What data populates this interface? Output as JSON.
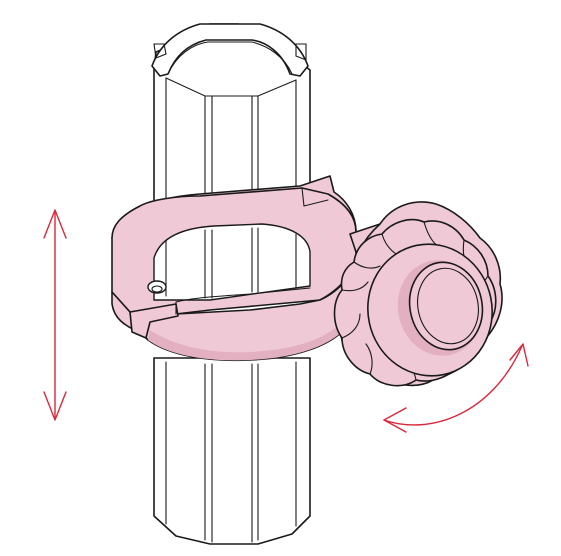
{
  "colors": {
    "line": "#1a1a1a",
    "clamp_fill": "#efc9d6",
    "clamp_shadow": "#e3b0c2",
    "tube_fill": "#ffffff",
    "arrow": "#d8283a"
  },
  "diagram": {
    "parts": [
      {
        "name": "extruded-tube",
        "icon": "tube-profile"
      },
      {
        "name": "ring-clamp",
        "icon": "split-collar"
      },
      {
        "name": "star-knob",
        "icon": "clamping-knob"
      }
    ],
    "motions": [
      {
        "name": "vertical-slide",
        "icon": "double-arrow-vertical"
      },
      {
        "name": "knob-rotation",
        "icon": "curved-double-arrow"
      }
    ]
  }
}
